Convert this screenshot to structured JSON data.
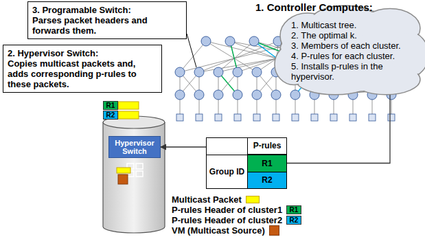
{
  "diagram": {
    "nodes": [
      {
        "text": [
          "3. Programable Switch:",
          "Parses packet headers and forwards them."
        ]
      },
      {
        "text": [
          "2. Hypervisor Switch:",
          "Copies multicast packets and, adds corresponding p-rules to these packets."
        ]
      },
      {
        "text": [
          "1. Controller Computes:",
          "1. Multicast tree.",
          "2. The optimal k.",
          "3. Members of each cluster.",
          "4. P-rules for each cluster.",
          "5. Installs p-rules in the hypervisor."
        ]
      },
      {
        "text": [
          "Hypervisor Switch"
        ]
      },
      {
        "text": [
          "P-rules",
          "Group ID",
          "R1",
          "R2"
        ]
      }
    ],
    "edges": [
      {
        "from": 2,
        "to": 4,
        "arrow": "none"
      },
      {
        "from": 4,
        "to": 3,
        "arrow": "to"
      }
    ],
    "labels": [
      "R1",
      "R2",
      "R1",
      "R2"
    ],
    "legend": [
      {
        "text": "Multicast Packet",
        "color": "#ffff00"
      },
      {
        "text": "P-rules Header of cluster1",
        "color": "#00b050"
      },
      {
        "text": "P-rules Header of cluster2",
        "color": "#00b0f0"
      },
      {
        "text": "VM (Multicast Source)",
        "color": "#c55a11"
      }
    ]
  }
}
